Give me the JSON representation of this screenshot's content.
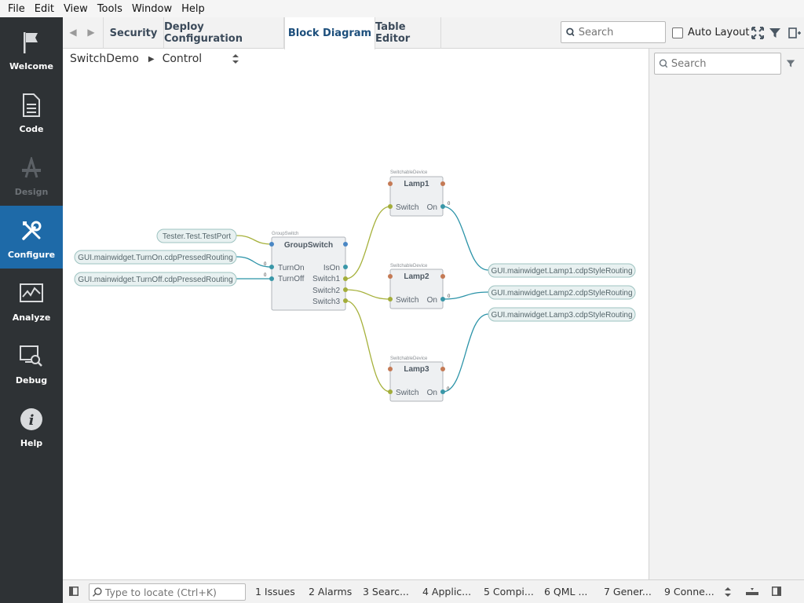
{
  "menu": [
    "File",
    "Edit",
    "View",
    "Tools",
    "Window",
    "Help"
  ],
  "modes": [
    {
      "label": "Welcome",
      "state": "normal"
    },
    {
      "label": "Code",
      "state": "normal"
    },
    {
      "label": "Design",
      "state": "disabled"
    },
    {
      "label": "Configure",
      "state": "active"
    },
    {
      "label": "Analyze",
      "state": "normal"
    },
    {
      "label": "Debug",
      "state": "normal"
    },
    {
      "label": "Help",
      "state": "normal"
    }
  ],
  "tabs": [
    {
      "label": "Security",
      "active": false
    },
    {
      "label": "Deploy Configuration",
      "active": false
    },
    {
      "label": "Block Diagram",
      "active": true
    },
    {
      "label": "Table Editor",
      "active": false
    }
  ],
  "top_search": {
    "placeholder": "Search"
  },
  "auto_layout": {
    "label": "Auto Layout",
    "checked": false
  },
  "breadcrumb": {
    "root": "SwitchDemo",
    "current": "Control"
  },
  "diagram": {
    "inputs": [
      {
        "label": "Tester.Test.TestPort"
      },
      {
        "label": "GUI.mainwidget.TurnOn.cdpPressedRouting"
      },
      {
        "label": "GUI.mainwidget.TurnOff.cdpPressedRouting"
      }
    ],
    "group": {
      "type": "GroupSwitch",
      "title": "GroupSwitch",
      "in_ports": [
        "TurnOn",
        "TurnOff"
      ],
      "out_ports": [
        "IsOn",
        "Switch1",
        "Switch2",
        "Switch3"
      ],
      "in_values": [
        "0",
        "0"
      ]
    },
    "devices": [
      {
        "type": "SwitchableDevice",
        "title": "Lamp1",
        "in_port": "Switch",
        "out_port": "On",
        "value": "0"
      },
      {
        "type": "SwitchableDevice",
        "title": "Lamp2",
        "in_port": "Switch",
        "out_port": "On",
        "value": "0"
      },
      {
        "type": "SwitchableDevice",
        "title": "Lamp3",
        "in_port": "Switch",
        "out_port": "On",
        "value": "0"
      }
    ],
    "outputs": [
      {
        "label": "GUI.mainwidget.Lamp1.cdpStyleRouting"
      },
      {
        "label": "GUI.mainwidget.Lamp2.cdpStyleRouting"
      },
      {
        "label": "GUI.mainwidget.Lamp3.cdpStyleRouting"
      }
    ],
    "colors": {
      "block_fill": "#eef0f2",
      "block_border": "#b0b5ba",
      "pill_fill": "#e8f1f1",
      "pill_border": "#9ec3c1",
      "wire_teal": "#2b93a8",
      "wire_olive": "#a6b13b",
      "port_orange": "#c47a55",
      "port_blue": "#4a87c4",
      "port_teal": "#3a97a8",
      "port_olive": "#a3ad3a"
    }
  },
  "panel_search": {
    "placeholder": "Search"
  },
  "locator": {
    "placeholder": "Type to locate (Ctrl+K)"
  },
  "output_tabs": [
    "1  Issues",
    "2  Alarms",
    "3  Searc...",
    "4  Applic...",
    "5  Compi...",
    "6  QML ...",
    "7  Gener...",
    "9  Conne..."
  ]
}
